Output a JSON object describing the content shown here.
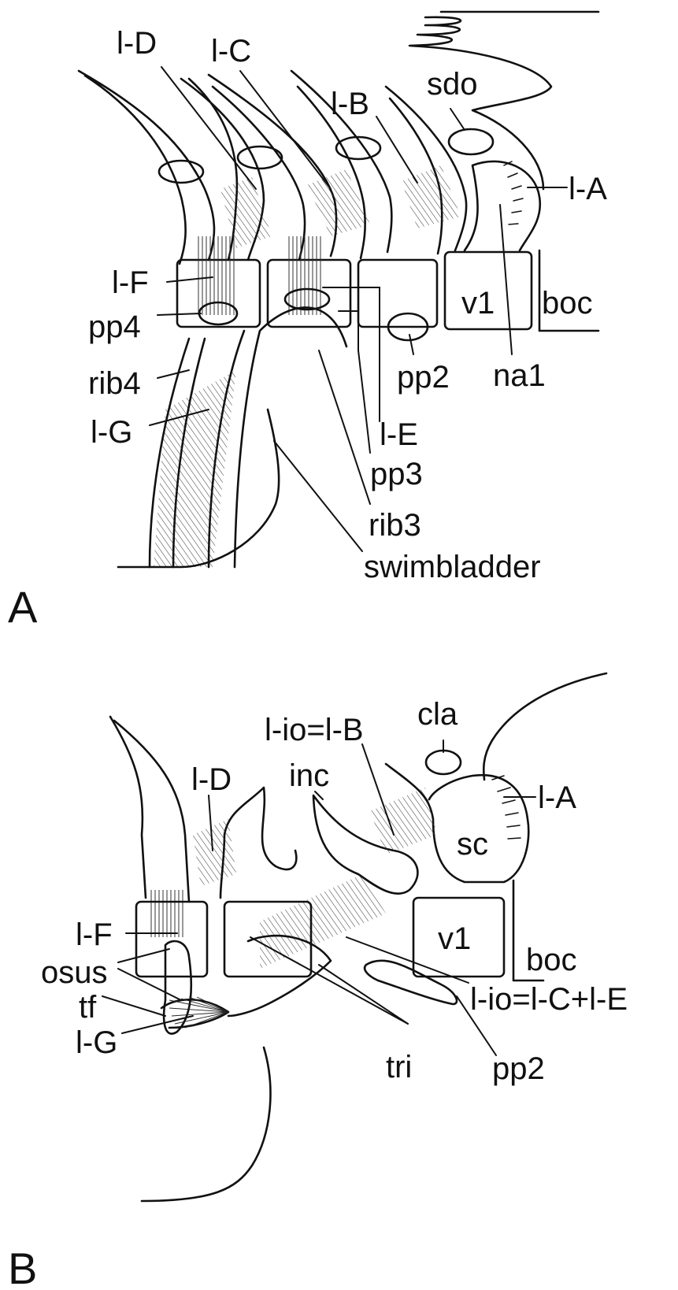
{
  "panels": {
    "a": {
      "letter": "A",
      "labels": {
        "l_d": "l-D",
        "l_c": "l-C",
        "sdo": "sdo",
        "l_b": "l-B",
        "l_a": "l-A",
        "l_f": "l-F",
        "v1": "v1",
        "boc": "boc",
        "pp4": "pp4",
        "rib4": "rib4",
        "pp2": "pp2",
        "na1": "na1",
        "l_g": "l-G",
        "l_e": "l-E",
        "pp3": "pp3",
        "rib3": "rib3",
        "swimbladder": "swimbladder"
      }
    },
    "b": {
      "letter": "B",
      "labels": {
        "l_io_b": "l-io=l-B",
        "cla": "cla",
        "l_d": "l-D",
        "inc": "inc",
        "l_a": "l-A",
        "sc": "sc",
        "l_f": "l-F",
        "v1": "v1",
        "osus": "osus",
        "boc": "boc",
        "l_io_ce": "l-io=l-C+l-E",
        "tf": "tf",
        "l_g": "l-G",
        "tri": "tri",
        "pp2": "pp2"
      }
    }
  }
}
